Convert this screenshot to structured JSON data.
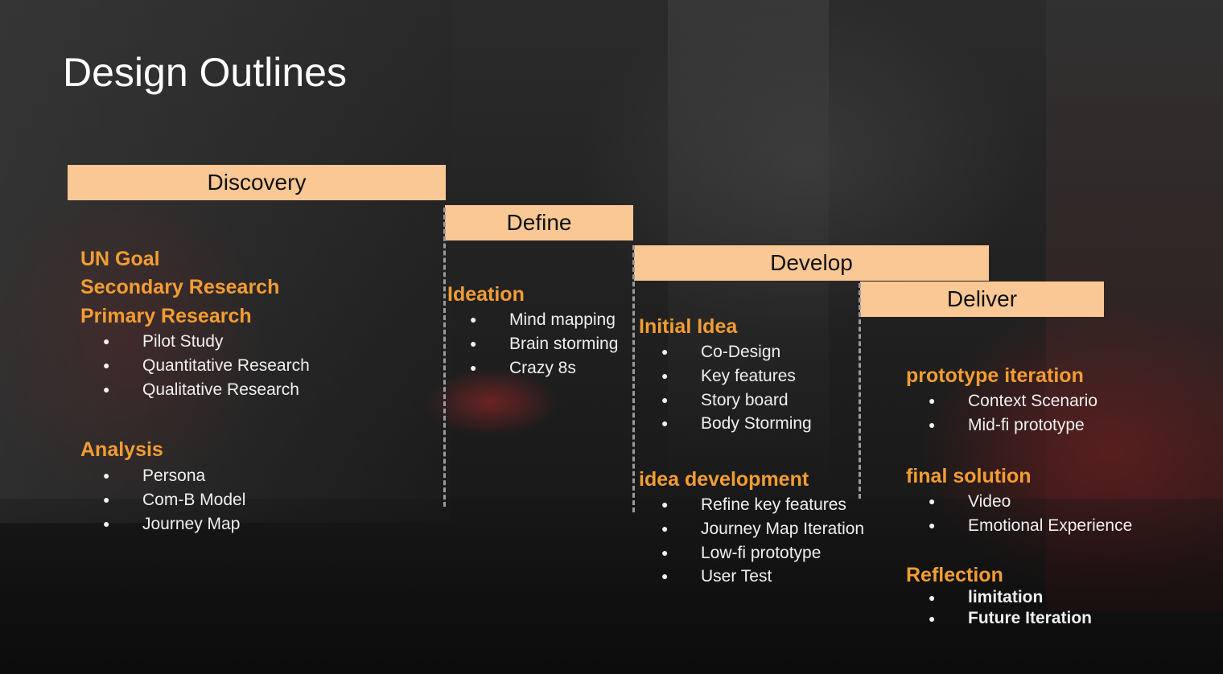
{
  "title": "Design Outlines",
  "phases": {
    "discovery": "Discovery",
    "define": "Define",
    "develop": "Develop",
    "deliver": "Deliver"
  },
  "discovery": {
    "heading1": "UN Goal",
    "heading2": "Secondary Research",
    "heading3": "Primary Research",
    "primary_items": [
      "Pilot Study",
      "Quantitative Research",
      "Qualitative Research"
    ],
    "heading4": "Analysis",
    "analysis_items": [
      "Persona",
      "Com-B Model",
      "Journey Map"
    ]
  },
  "define": {
    "heading": "Ideation",
    "items": [
      "Mind mapping",
      "Brain storming",
      "Crazy 8s"
    ]
  },
  "develop": {
    "heading1": "Initial Idea",
    "initial_items": [
      "Co-Design",
      "Key features",
      "Story board",
      "Body Storming"
    ],
    "heading2": "idea development",
    "development_items": [
      "Refine key features",
      "Journey Map Iteration",
      "Low-fi prototype",
      "User Test"
    ]
  },
  "deliver": {
    "heading1": "prototype iteration",
    "prototype_items": [
      "Context Scenario",
      "Mid-fi prototype"
    ],
    "heading2": "final solution",
    "solution_items": [
      "Video",
      "Emotional Experience"
    ],
    "heading3": "Reflection",
    "reflection_items": [
      "limitation",
      "Future Iteration"
    ]
  },
  "bullet_symbol": "●",
  "colors": {
    "phase_fill": "#f9c894",
    "heading_orange": "#f39d33",
    "text_white": "#f0f0f0"
  }
}
